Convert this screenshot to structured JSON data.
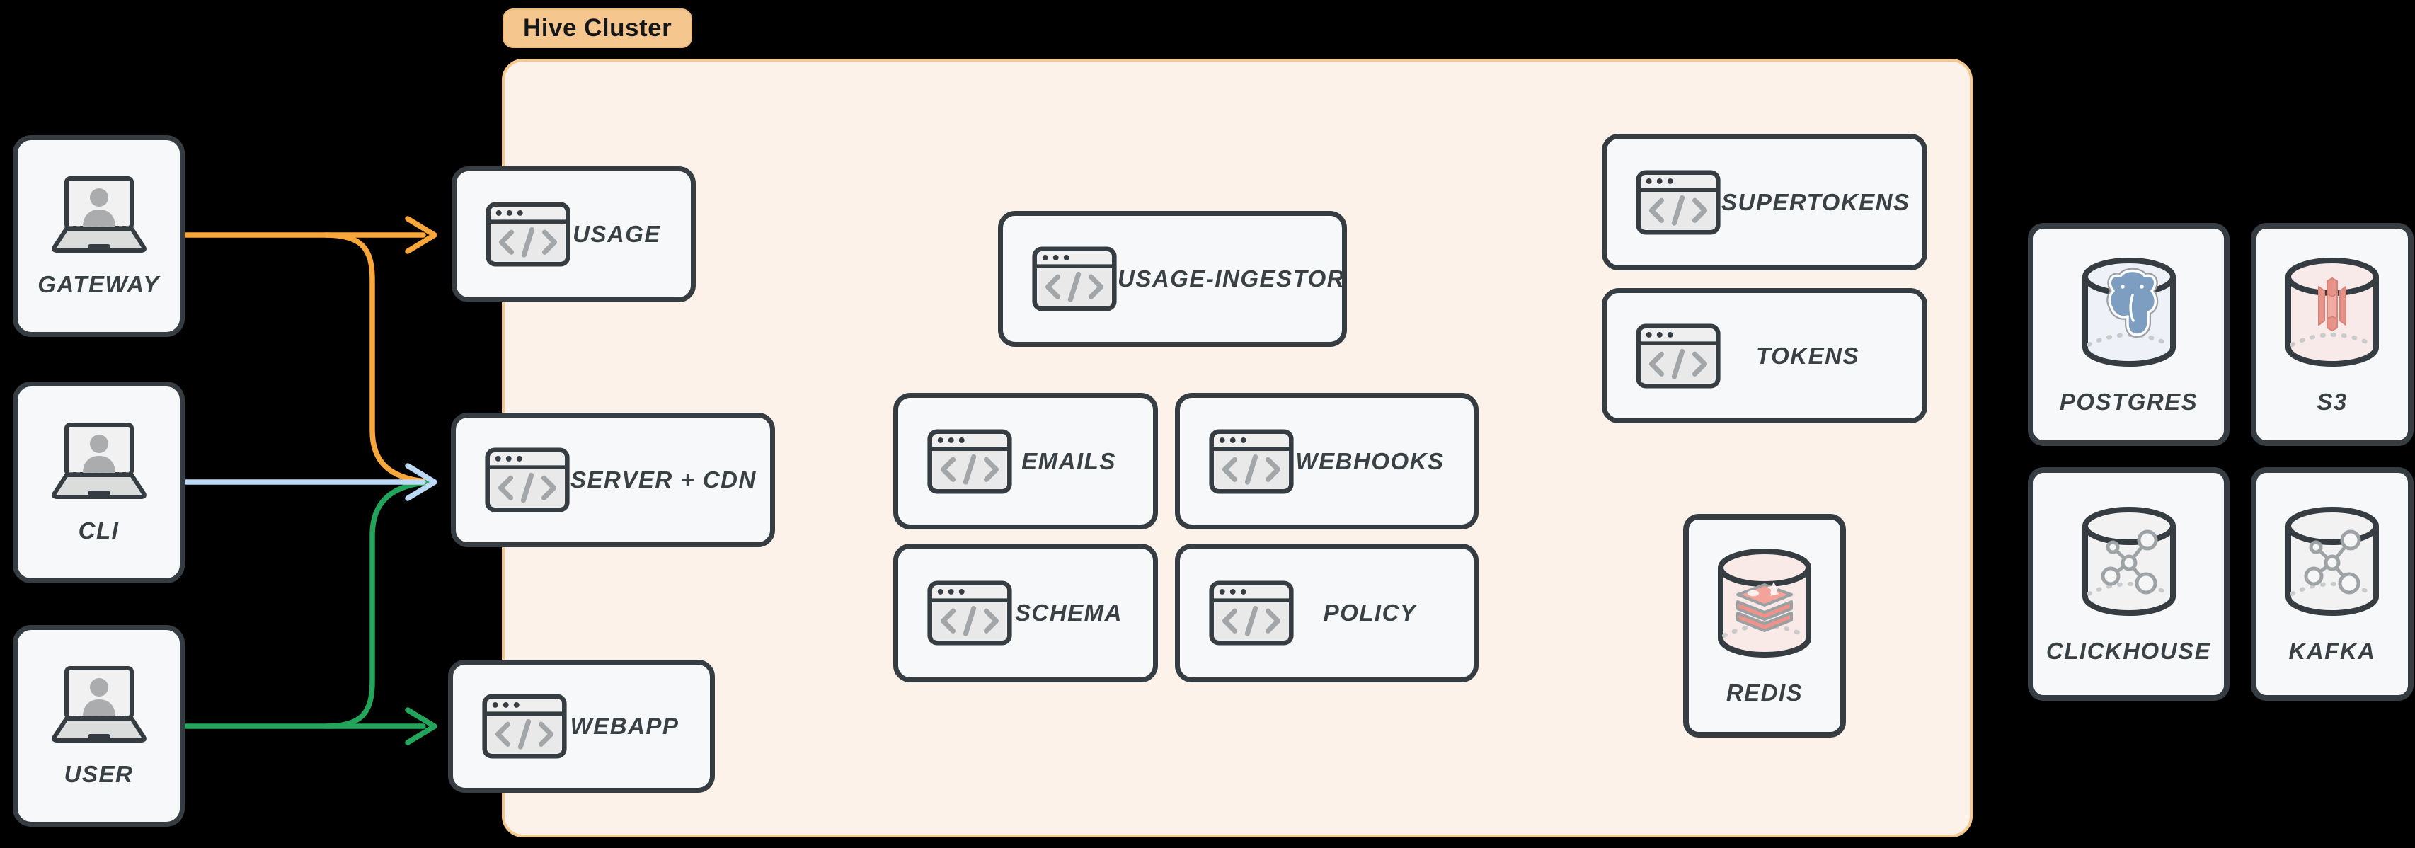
{
  "cluster": {
    "label": "Hive Cluster"
  },
  "clients": [
    {
      "label": "GATEWAY"
    },
    {
      "label": "CLI"
    },
    {
      "label": "USER"
    }
  ],
  "services": [
    {
      "label": "USAGE"
    },
    {
      "label": "SERVER + CDN"
    },
    {
      "label": "WEBAPP"
    },
    {
      "label": "USAGE-INGESTOR"
    },
    {
      "label": "EMAILS"
    },
    {
      "label": "WEBHOOKS"
    },
    {
      "label": "SCHEMA"
    },
    {
      "label": "POLICY"
    },
    {
      "label": "SUPERTOKENS"
    },
    {
      "label": "TOKENS"
    }
  ],
  "datastores": [
    {
      "label": "REDIS"
    },
    {
      "label": "POSTGRES"
    },
    {
      "label": "S3"
    },
    {
      "label": "CLICKHOUSE"
    },
    {
      "label": "KAFKA"
    }
  ],
  "colors": {
    "gateway_arrow": "#F9A63A",
    "cli_arrow": "#BCD9F6",
    "user_arrow": "#22A45B",
    "cluster_bg": "#FDF2E9",
    "cluster_border": "#F5C88F",
    "cluster_label_bg": "#F5C78E",
    "card_bg": "#F7F8F9",
    "card_border": "#363D42",
    "label_text": "#3A4145"
  }
}
